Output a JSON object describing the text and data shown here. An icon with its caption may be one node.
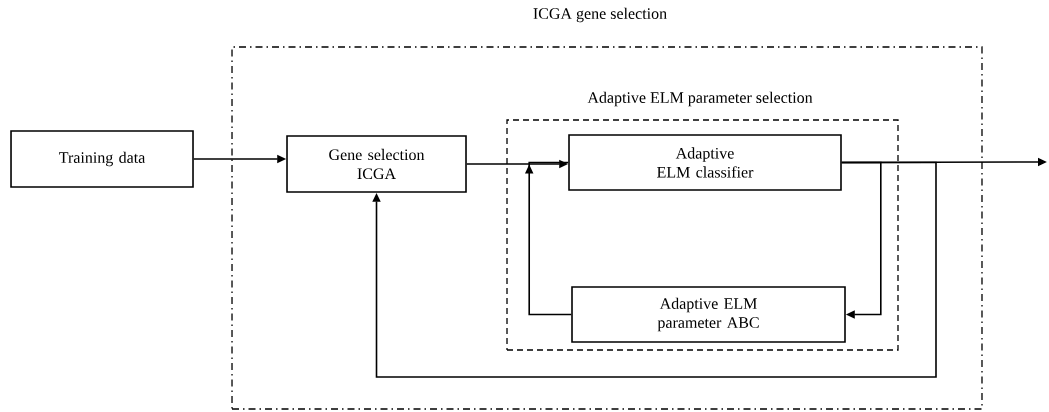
{
  "diagram": {
    "nodes": [
      {
        "text": [
          "ICGA gene selection"
        ]
      },
      {
        "text": [
          "Training data"
        ]
      },
      {
        "text": [
          "Gene selection ICGA"
        ],
        "in": 0
      },
      {
        "text": [
          "Adaptive ELM parameter selection"
        ],
        "in": 0
      },
      {
        "text": [
          "Adaptive ELM classifier"
        ],
        "in": 3
      },
      {
        "text": [
          "Adaptive ELM parameter ABC"
        ],
        "in": 3
      }
    ],
    "edges": [
      {
        "from": 1,
        "to": 2,
        "arrow": "to"
      },
      {
        "from": 2,
        "to": 4,
        "arrow": "to"
      },
      {
        "from": 4,
        "to": 5,
        "arrow": "to"
      },
      {
        "from": 5,
        "to": 4,
        "arrow": "to"
      },
      {
        "from": 4,
        "to": 2,
        "arrow": "to"
      },
      {
        "from": 4,
        "to": null,
        "arrow": "to"
      }
    ]
  }
}
